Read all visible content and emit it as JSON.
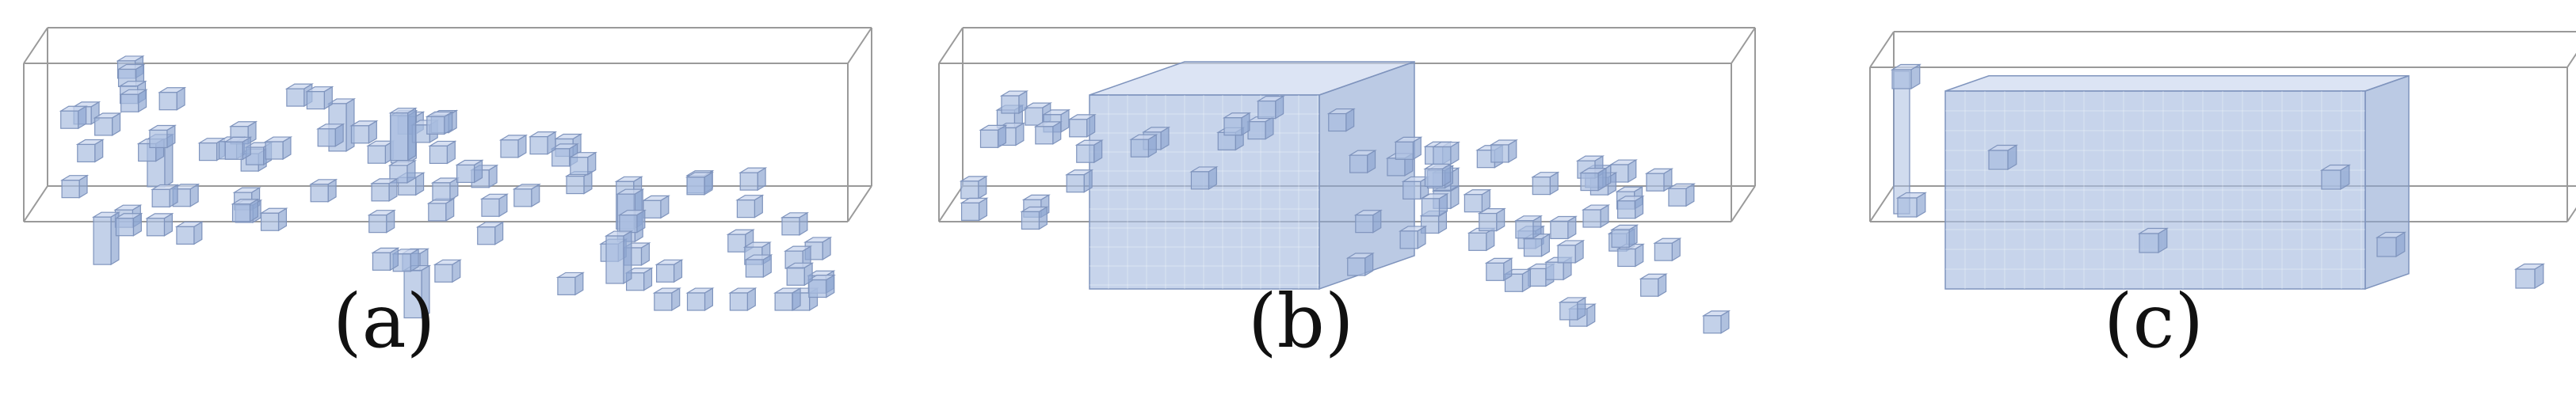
{
  "panels": [
    {
      "label": "(a)"
    },
    {
      "label": "(b)"
    },
    {
      "label": "(c)"
    }
  ],
  "colors": {
    "cube_fill": "#a9bde0",
    "cube_top": "#c9d6ee",
    "cube_side": "#8ea6d2",
    "cube_edge": "#7f94bd",
    "frame": "#9a9a9a"
  }
}
